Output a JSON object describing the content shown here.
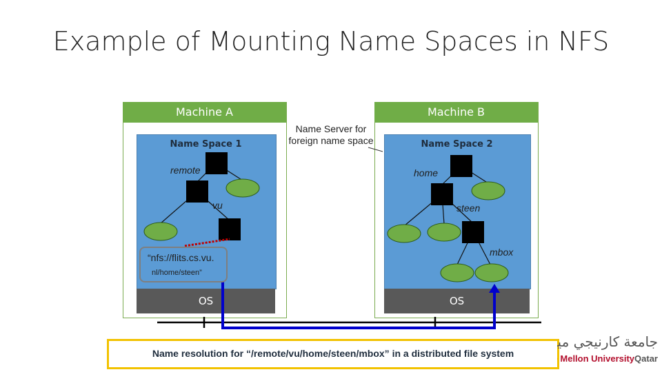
{
  "title": "Example of Mounting Name Spaces in NFS",
  "machine_a": {
    "header": "Machine A",
    "namespace_label": "Name Space 1",
    "os_label": "OS"
  },
  "machine_b": {
    "header": "Machine B",
    "namespace_label": "Name Space 2",
    "os_label": "OS"
  },
  "name_server_note": "Name Server for foreign name space",
  "node_labels": {
    "remote": "remote",
    "vu": "vu",
    "home": "home",
    "steen": "steen",
    "mbox": "mbox"
  },
  "mount_callout": {
    "line1": "“nfs://flits.cs.vu.",
    "line2": "nl/home/steen”"
  },
  "caption": "Name resolution for “/remote/vu/home/steen/mbox” in a distributed file system",
  "logo": {
    "arabic": "جامعة كارنيجي ميلون",
    "english_part1": "ie Mellon University",
    "english_part2": "Qatar"
  },
  "colors": {
    "machine_header": "#70ad47",
    "namespace_bg": "#5b9bd5",
    "os_bg": "#595959",
    "node_dir": "#000000",
    "node_file": "#70ad47",
    "network_link": "#0000cc",
    "mount_link": "#c00000",
    "caption_border": "#f2c200"
  }
}
